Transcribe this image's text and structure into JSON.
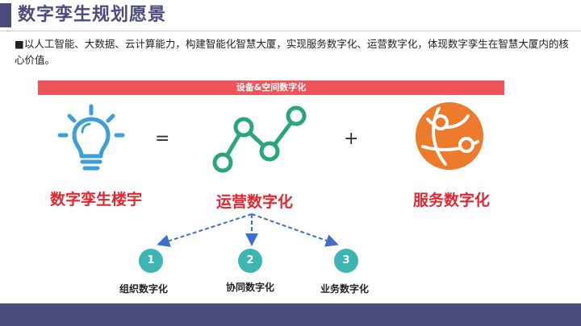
{
  "header": {
    "title": "数字孪生规划愿景"
  },
  "intro": {
    "bullet": "■",
    "text": "以人工智能、大数据、云计算能力，构建智能化智慧大厦，实现服务数字化、运营数字化，体现数字孪生在智慧大厦内的核心价值。"
  },
  "banner": {
    "label": "设备&空间数字化"
  },
  "formula": {
    "item1": {
      "label": "数字孪生楼宇",
      "icon": "lightbulb-icon"
    },
    "op1": "=",
    "item2": {
      "label": "运营数字化",
      "icon": "line-nodes-icon"
    },
    "op2": "+",
    "item3": {
      "label": "服务数字化",
      "icon": "globe-network-icon"
    }
  },
  "branches": [
    {
      "num": "1",
      "label": "组织数字化"
    },
    {
      "num": "2",
      "label": "协同数字化"
    },
    {
      "num": "3",
      "label": "业务数字化"
    }
  ],
  "colors": {
    "brand": "#4b4c7c",
    "accent_red": "#e32730",
    "banner_red": "#f0545a",
    "icon_blue": "#3b9fd8",
    "icon_green": "#2aa67a",
    "icon_orange": "#ee7a2c",
    "teal": "#3db6b3",
    "arrow_blue": "#3d6fc4"
  }
}
